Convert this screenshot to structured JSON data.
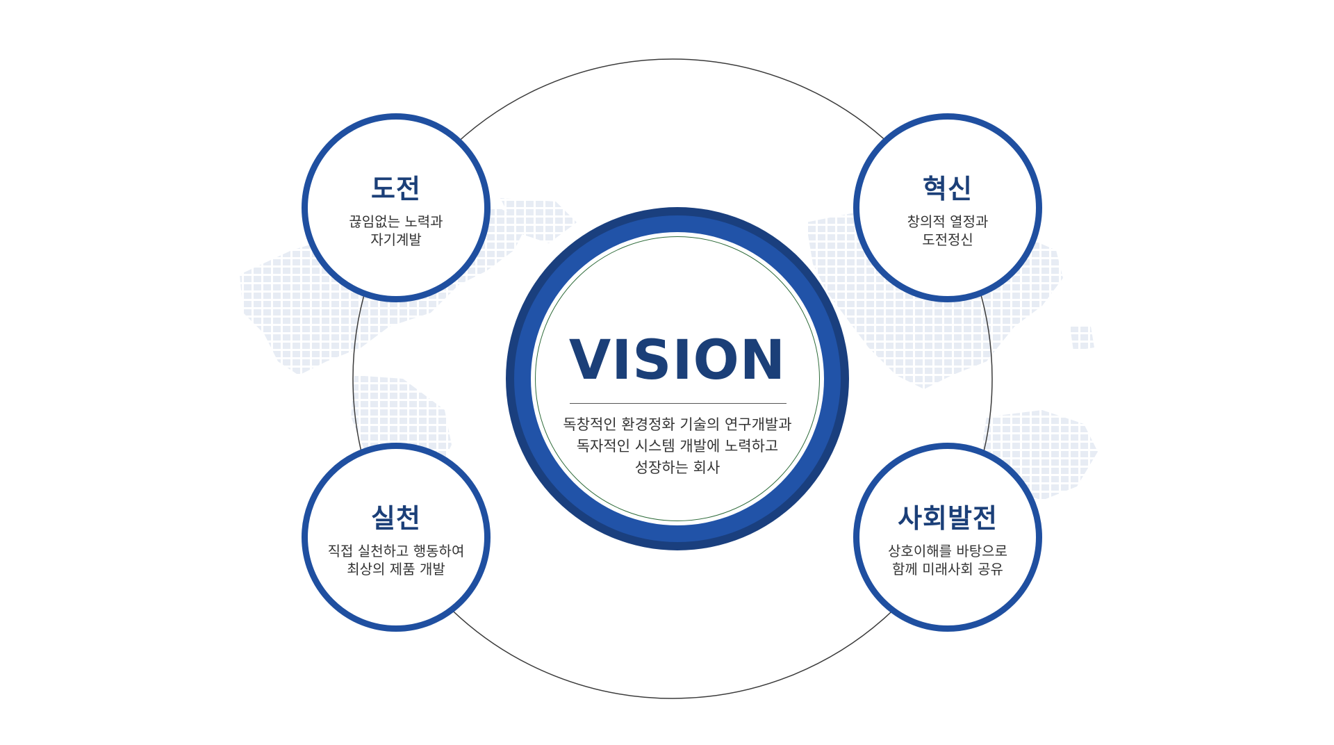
{
  "center": {
    "title": "VISION",
    "lines": [
      "독창적인 환경정화 기술의 연구개발과",
      "독자적인 시스템 개발에 노력하고",
      "성장하는 회사"
    ]
  },
  "nodes": {
    "challenge": {
      "title": "도전",
      "lines": [
        "끊임없는 노력과",
        "자기계발"
      ]
    },
    "innovation": {
      "title": "혁신",
      "lines": [
        "창의적 열정과",
        "도전정신"
      ]
    },
    "practice": {
      "title": "실천",
      "lines": [
        "직접 실천하고 행동하여",
        "최상의 제품 개발"
      ]
    },
    "social": {
      "title": "사회발전",
      "lines": [
        "상호이해를 바탕으로",
        "함께 미래사회 공유"
      ]
    }
  },
  "colors": {
    "primary": "#1f4fa0",
    "dark": "#1a3f7e",
    "text_title": "#1b3f78",
    "map_dots": "#e8edf5"
  }
}
